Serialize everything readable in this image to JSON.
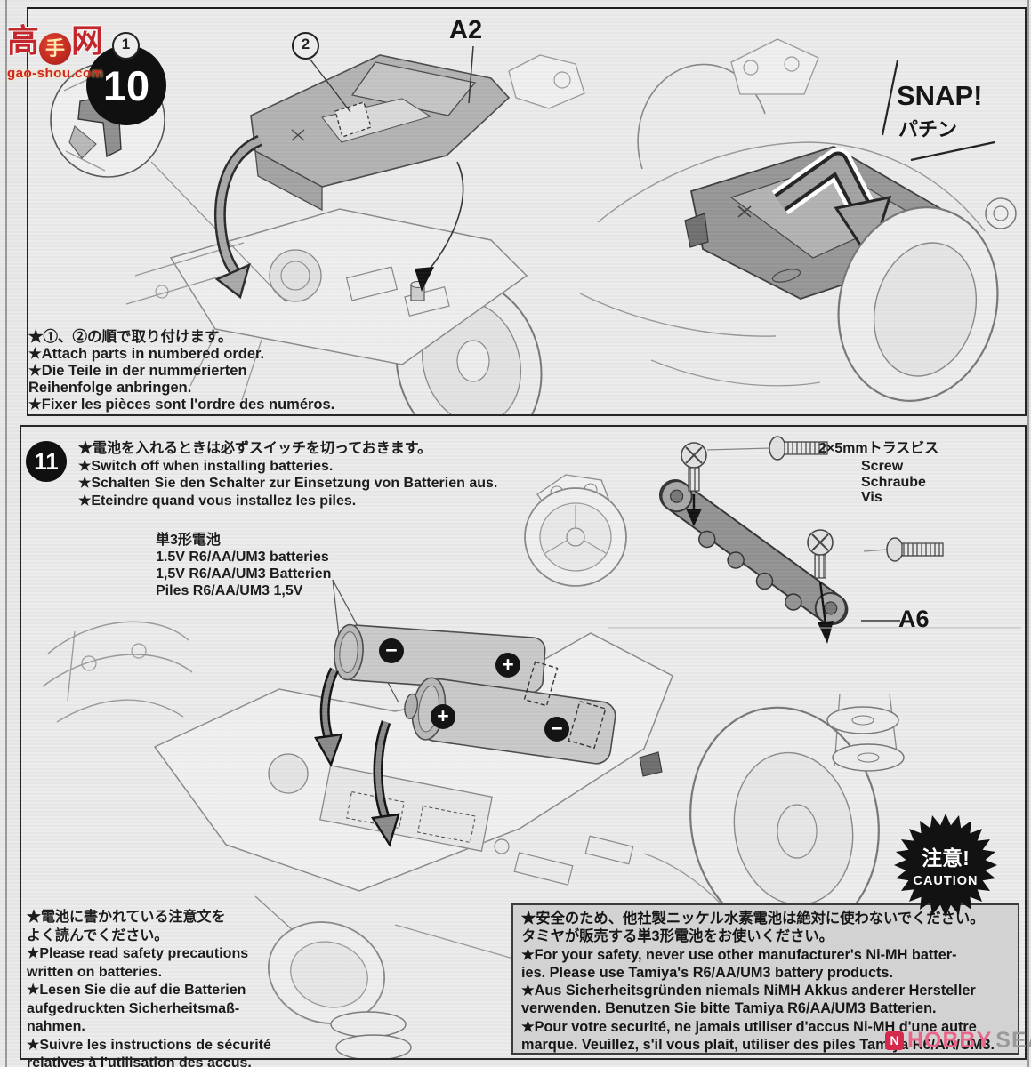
{
  "watermarks": {
    "top_left": {
      "char1": "高",
      "char2": "手",
      "char3": "网",
      "domain": "gao-shou.com"
    },
    "bottom_right": {
      "hobby": "HOBBY",
      "search": "SEARCH",
      "icon": "N"
    }
  },
  "step10": {
    "number": "10",
    "callout_1": "1",
    "callout_2": "2",
    "part_label": "A2",
    "snap_en": "SNAP!",
    "snap_jp": "パチン",
    "notes": [
      "★①、②の順で取り付けます。",
      "★Attach parts in numbered order.",
      "★Die Teile in der nummerierten",
      "Reihenfolge anbringen.",
      "★Fixer les pièces sont l'ordre des numéros."
    ]
  },
  "step11": {
    "number": "11",
    "header": [
      "★電池を入れるときは必ずスイッチを切っておきます。",
      "★Switch off when installing batteries.",
      "★Schalten Sie den Schalter zur Einsetzung von Batterien aus.",
      "★Eteindre quand vous installez les piles."
    ],
    "battery_label": [
      "単3形電池",
      "1.5V R6/AA/UM3 batteries",
      "1,5V R6/AA/UM3 Batterien",
      "Piles R6/AA/UM3 1,5V"
    ],
    "screw_label": [
      "2×5mmトラスビス",
      "Screw",
      "Schraube",
      "Vis"
    ],
    "part_label": "A6",
    "battery_polarity": {
      "b1_left": "−",
      "b1_right": "+",
      "b2_left": "+",
      "b2_right": "−"
    },
    "caution": {
      "jp": "注意!",
      "en": "CAUTION"
    },
    "battery_note": [
      "★電池に書かれている注意文を",
      "よく読んでください。",
      "★Please read safety precautions",
      "written on batteries.",
      "★Lesen Sie die auf die Batterien",
      "aufgedruckten Sicherheitsmaß-",
      "nahmen.",
      "★Suivre les instructions de sécurité",
      "relatives à l'utilisation des accus."
    ],
    "safety_note": [
      "★安全のため、他社製ニッケル水素電池は絶対に使わないでください。",
      "タミヤが販売する単3形電池をお使いください。",
      "★For your safety, never use other manufacturer's Ni-MH batter-",
      "ies. Please use Tamiya's R6/AA/UM3 battery products.",
      "★Aus Sicherheitsgründen niemals NiMH Akkus anderer Hersteller",
      "verwenden. Benutzen Sie bitte Tamiya R6/AA/UM3 Batterien.",
      "★Pour votre securité, ne jamais utiliser d'accus Ni-MH d'une autre",
      "marque. Veuillez, s'il vous plait, utiliser des piles Tamiya R6/AA/UM3."
    ]
  }
}
